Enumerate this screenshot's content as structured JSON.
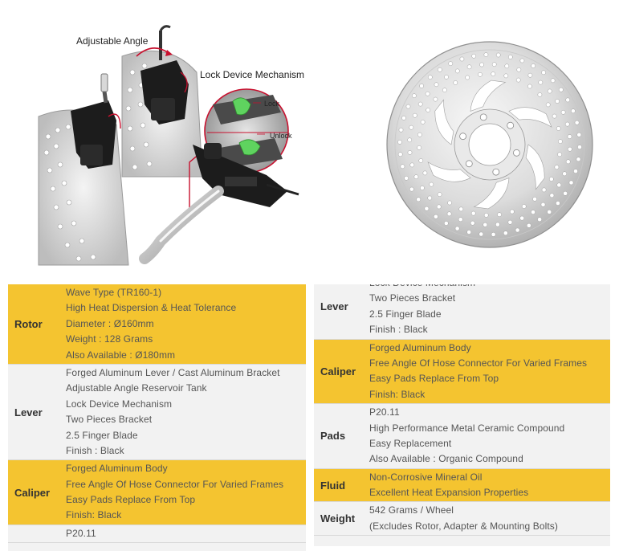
{
  "illustration": {
    "adjustable_angle_label": "Adjustable Angle",
    "lock_device_label": "Lock Device Mechanism",
    "lock_label": "Lock",
    "unlock_label": "Unlock"
  },
  "left_table": {
    "rows": [
      {
        "name": "Rotor",
        "lines": [
          "Wave Type (TR160-1)",
          "High Heat Dispersion & Heat Tolerance",
          "Diameter : Ø160mm",
          "Weight : 128 Grams",
          "Also Available : Ø180mm"
        ]
      },
      {
        "name": "Lever",
        "lines": [
          "Forged Aluminum Lever / Cast Aluminum Bracket",
          "Adjustable Angle Reservoir Tank",
          "Lock Device Mechanism",
          "Two Pieces Bracket",
          "2.5 Finger Blade",
          "Finish : Black"
        ]
      },
      {
        "name": "Caliper",
        "lines": [
          "Forged Aluminum Body",
          "Free Angle Of Hose Connector For Varied Frames",
          "Easy Pads Replace From Top",
          "Finish: Black"
        ]
      },
      {
        "name": "",
        "lines": [
          "P20.11"
        ]
      }
    ]
  },
  "right_table": {
    "rows": [
      {
        "name": "Lever",
        "lines": [
          "Lock Device Mechanism",
          "Two Pieces Bracket",
          "2.5 Finger Blade",
          "Finish : Black"
        ]
      },
      {
        "name": "Caliper",
        "lines": [
          "Forged Aluminum Body",
          "Free Angle Of Hose Connector For Varied Frames",
          "Easy Pads Replace From Top",
          "Finish: Black"
        ]
      },
      {
        "name": "Pads",
        "lines": [
          "P20.11",
          "High Performance Metal Ceramic Compound",
          "Easy Replacement",
          "Also Available : Organic Compound"
        ]
      },
      {
        "name": "Fluid",
        "lines": [
          "Non-Corrosive Mineral Oil",
          "Excellent Heat Expansion Properties"
        ]
      },
      {
        "name": "Weight",
        "lines": [
          "542 Grams / Wheel",
          "(Excludes Rotor, Adapter & Mounting Bolts)"
        ]
      }
    ]
  },
  "colors": {
    "highlight_row": "#f4c430",
    "plain_row": "#f2f2f2",
    "callout_red": "#c8102e",
    "lock_green": "#5fd35f"
  },
  "icons": [
    "brake-illustration",
    "disc-rotor-image"
  ]
}
